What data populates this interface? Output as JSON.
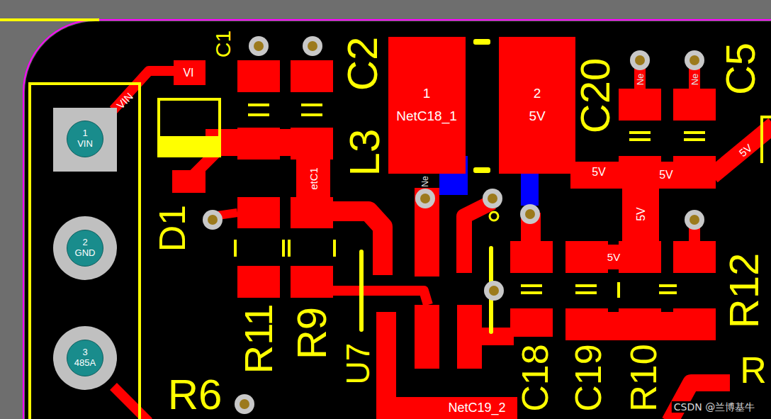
{
  "diagram": {
    "nodes": [
      {
        "text": [
          "1",
          "VIN"
        ]
      },
      {
        "text": [
          "2",
          "GND"
        ]
      },
      {
        "text": [
          "3",
          "485A"
        ]
      },
      {
        "text": [
          "1",
          "NetC18_1"
        ]
      },
      {
        "text": [
          "2",
          "5V"
        ]
      }
    ],
    "labels": [
      "C1",
      "C2",
      "L3",
      "C20",
      "C5",
      "D1",
      "R11",
      "R9",
      "U7",
      "C18",
      "C19",
      "R10",
      "R12",
      "R6",
      "R",
      "VI",
      "VIN",
      "etC1",
      "Ne",
      "Ne",
      "Ne",
      "5V",
      "5V",
      "5V",
      "5V",
      "5V",
      "NetC19_2",
      "CSDN @兰博基牛"
    ]
  }
}
